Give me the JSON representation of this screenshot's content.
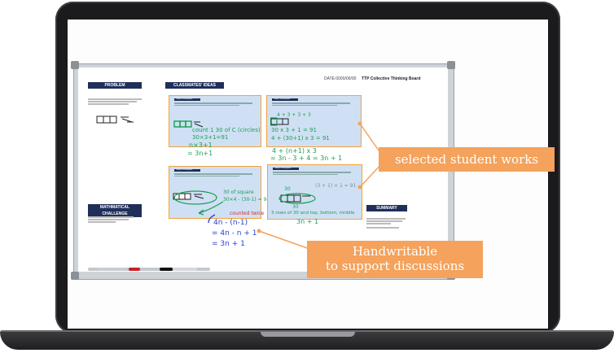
{
  "board": {
    "title": "TTP Collective Thinking Board",
    "date": "DATE:0000/00/00",
    "problem_label": "PROBLEM",
    "classmates_label": "CLASSMATES' IDEAS",
    "challenge_label": "MATHMATICAL CHALLENGE",
    "summary_label": "SUMMARY",
    "card_header": "Today's Investigation"
  },
  "handwriting": {
    "card1_line1": "count 1   30 of C (circles)",
    "card1_line2": "30×3+1=91",
    "card1_line3": "n×3+1",
    "card1_line4": "= 3n+1",
    "card2_line1": "4 + 3 + 3 + 3",
    "card2_line2": "30 x 3 + 1 = 91",
    "card2_line3": "4 + (30+1) x 3 = 91",
    "card2_line4": "4 + (n+1) x 3",
    "card2_line5": "= 3n - 3 + 4 = 3n + 1",
    "card3_line1": "30 of square",
    "card3_line2": "30×4 - (30-1) = 91",
    "card3_line3": "counted twice",
    "card3_line4": "4n - (n-1)",
    "card3_line5": "= 4n - n + 1",
    "card3_line6": "= 3n + 1",
    "card4_line1": "(3 + 1) × 1 = 91",
    "card4_line2": "30",
    "card4_line3": "3 rows of 30 and top, bottom, middle",
    "card4_line4": "3n + 1",
    "card1_ann": "count 1"
  },
  "callouts": {
    "selected": "selected student works",
    "handwritable_1": "Handwritable",
    "handwritable_2": "to support discussions"
  },
  "colors": {
    "accent": "#f4a25c",
    "navy": "#1f2f5a",
    "card_fill": "#cfe0f4",
    "card_border": "#f2a23b"
  }
}
